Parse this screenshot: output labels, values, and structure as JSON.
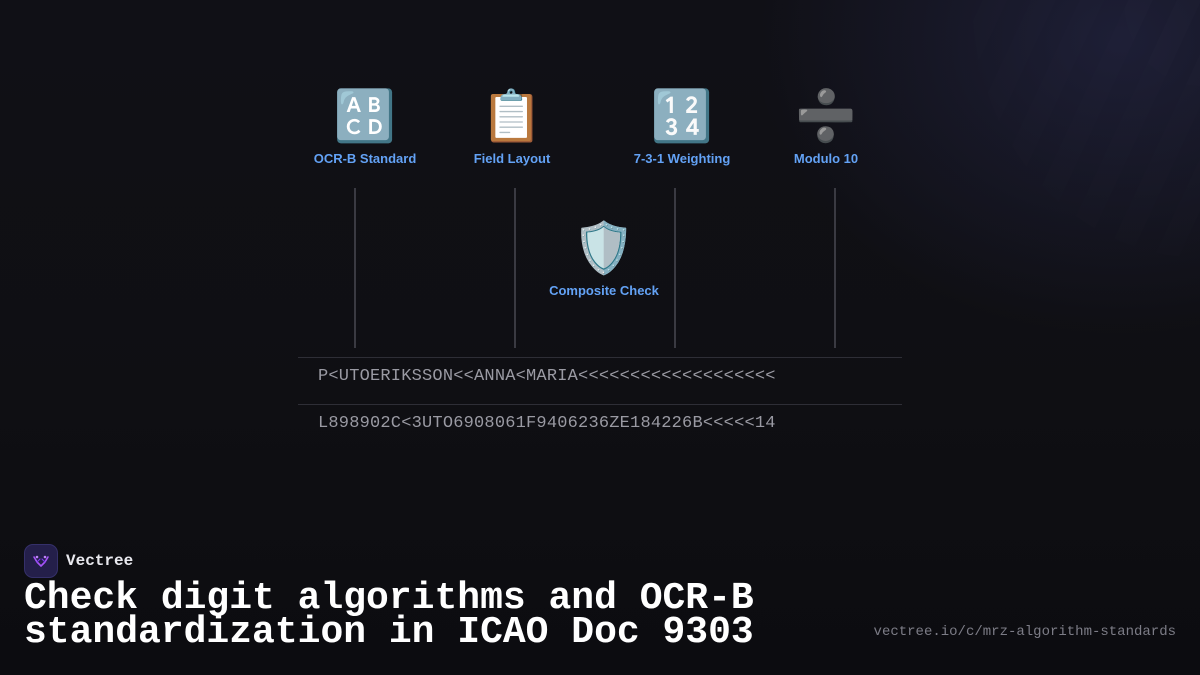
{
  "diagram": {
    "nodes": [
      {
        "label": "OCR-B Standard",
        "icon": "abcd-icon",
        "glyph": "🔠"
      },
      {
        "label": "Field Layout",
        "icon": "clipboard-icon",
        "glyph": "📋"
      },
      {
        "label": "7-3-1 Weighting",
        "icon": "numbers-1234-icon",
        "glyph": "🔢"
      },
      {
        "label": "Modulo 10",
        "icon": "divide-icon",
        "glyph": "➗"
      }
    ],
    "center_node": {
      "label": "Composite Check",
      "icon": "shield-icon",
      "glyph": "🛡️"
    }
  },
  "mrz": {
    "line1": "P<UTOERIKSSON<<ANNA<MARIA<<<<<<<<<<<<<<<<<<<",
    "line2": "L898902C<3UTO6908061F9406236ZE184226B<<<<<14"
  },
  "footer": {
    "brand": "Vectree",
    "logo_icon": "vectree-logo-icon",
    "headline": "Check digit algorithms and OCR-B standardization in ICAO Doc 9303",
    "url": "vectree.io/c/mrz-algorithm-standards"
  },
  "colors": {
    "background": "#0f0f14",
    "accent_label": "#63a2f5",
    "logo_background": "#241f4a",
    "logo_mark": "#a855f7",
    "mrz_text": "#9a9aa3",
    "url_text": "#7c7c86"
  }
}
